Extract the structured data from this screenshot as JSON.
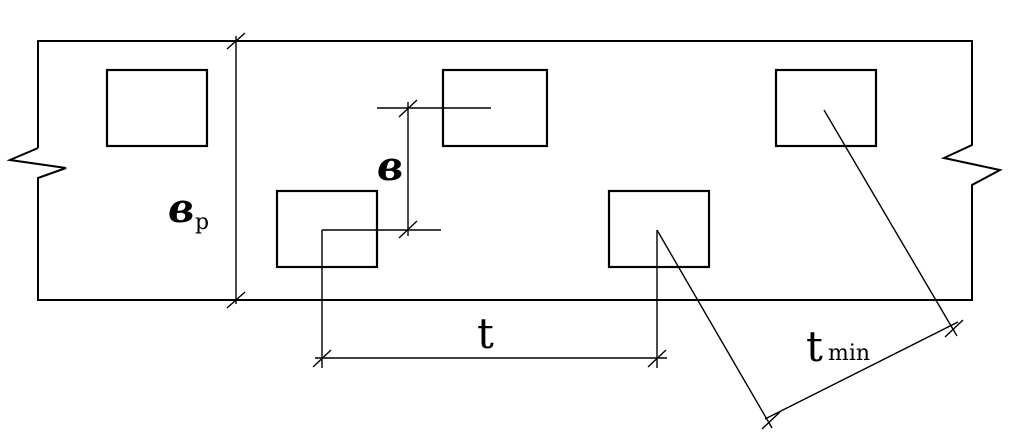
{
  "labels": {
    "bp_main": "в",
    "bp_sub": "р",
    "b": "в",
    "t": "t",
    "tmin_main": "t",
    "tmin_sub": "min"
  }
}
